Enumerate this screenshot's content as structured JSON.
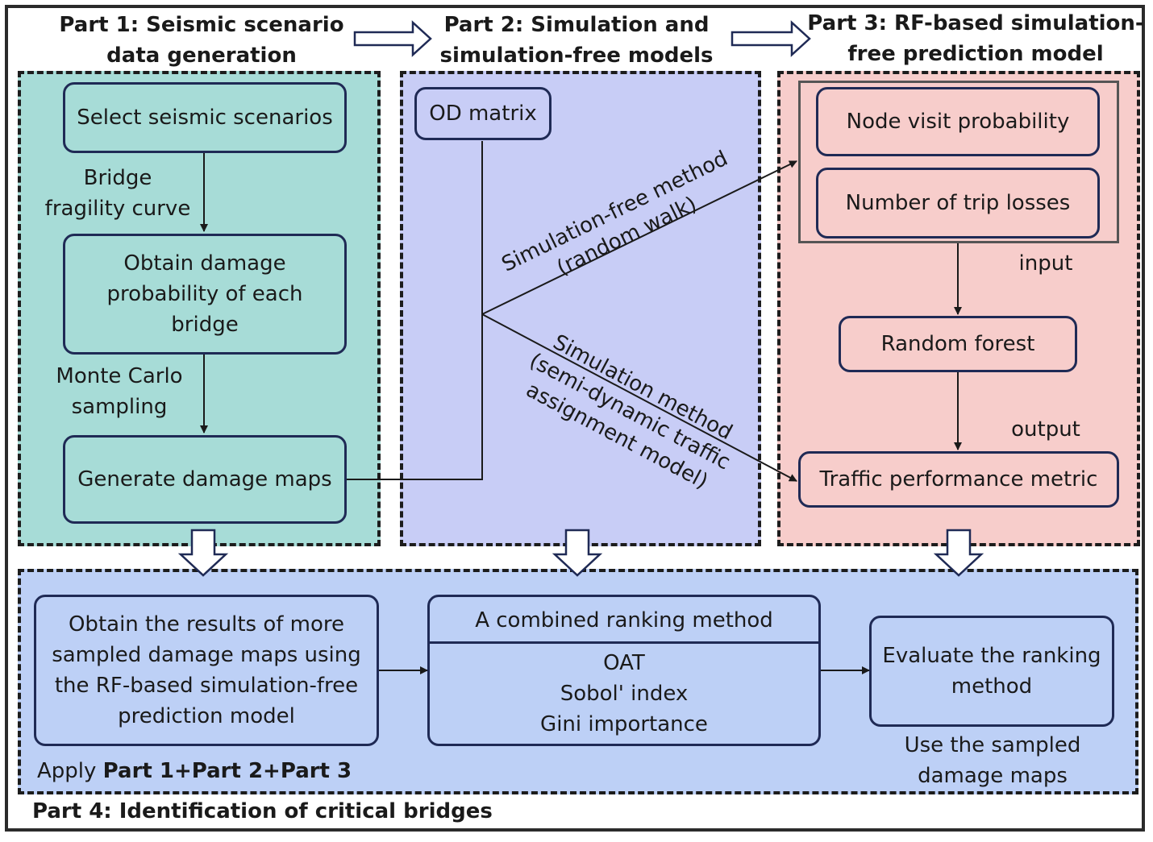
{
  "headers": {
    "part1": "Part 1: Seismic scenario\ndata generation",
    "part2": "Part 2: Simulation and\nsimulation-free models",
    "part3": "Part 3:  RF-based simulation-\nfree prediction model",
    "part4": "Part 4: Identification of critical bridges"
  },
  "part1": {
    "select": "Select seismic scenarios",
    "fragility": "Bridge\nfragility curve",
    "obtain": "Obtain damage\nprobability of each\nbridge",
    "monte": "Monte Carlo\nsampling",
    "generate": "Generate damage maps"
  },
  "part2": {
    "od": "OD matrix",
    "simfree": "Simulation-free method\n(random walk)",
    "sim": "Simulation method\n(semi-dynamic traffic\nassignment model)"
  },
  "part3": {
    "node": "Node visit probability",
    "trip": "Number of trip losses",
    "input": "input",
    "rf": "Random forest",
    "output": "output",
    "metric": "Traffic performance metric"
  },
  "part4": {
    "obtain": "Obtain the results of more\nsampled damage maps using\nthe RF-based simulation-free\nprediction model",
    "combined_title": "A combined ranking method",
    "combined_items": "OAT\nSobol' index\nGini importance",
    "evaluate": "Evaluate the ranking\nmethod",
    "use_sampled": "Use the sampled\ndamage maps",
    "apply_prefix": "Apply ",
    "apply_bold": "Part 1+Part 2+Part 3"
  },
  "colors": {
    "part1_bg": "#a7dcd7",
    "part2_bg": "#c8cdf6",
    "part3_bg": "#f7cdcb",
    "part4_bg": "#bdd0f6",
    "box_border": "#1f2a55"
  }
}
